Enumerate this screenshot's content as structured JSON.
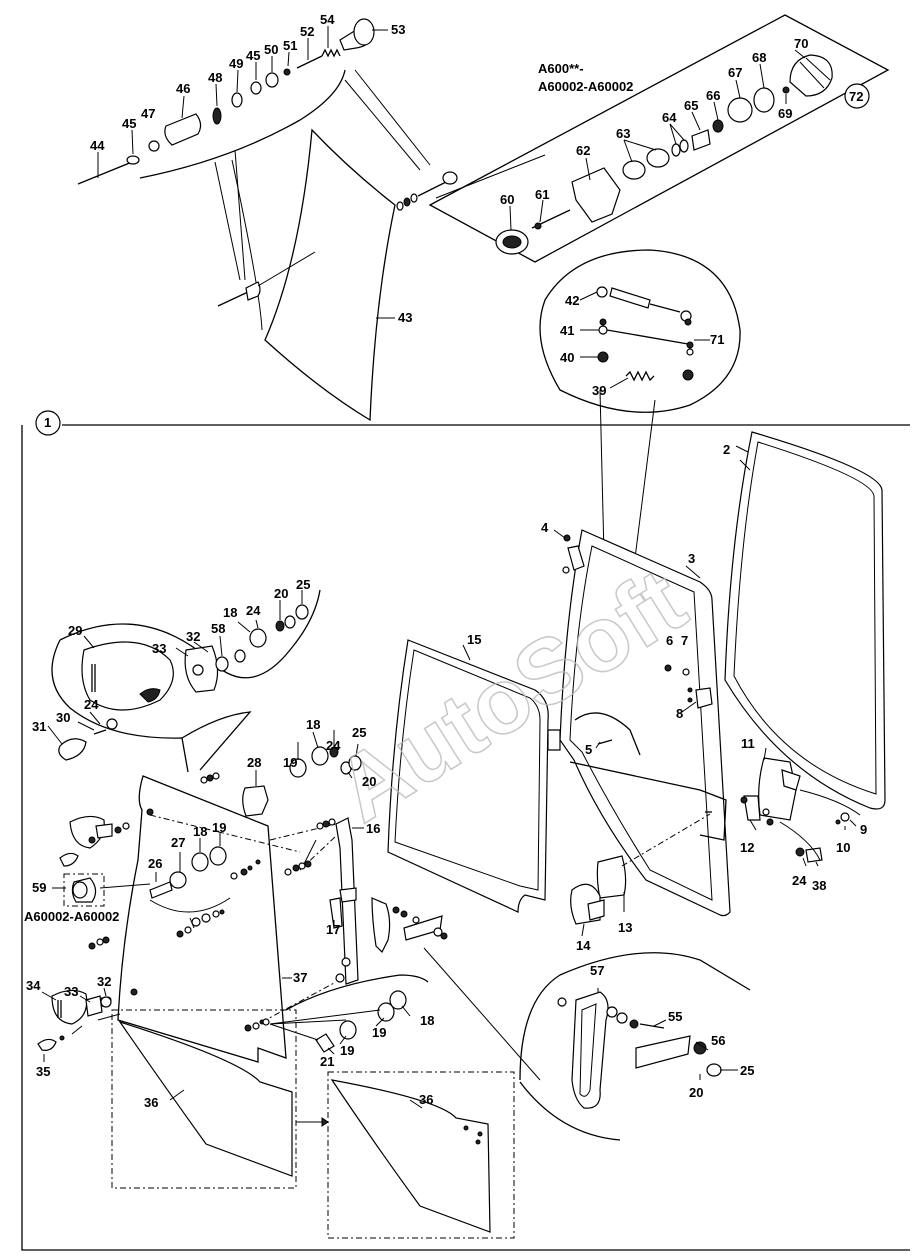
{
  "diagram": {
    "watermark": "AutoSoft",
    "serial_range_main": "A600**-\nA60002-A60002",
    "serial_range_main_line1": "A600**-",
    "serial_range_main_line2": "A60002-A60002",
    "serial_range_59": "A60002-A60002",
    "callouts": [
      {
        "id": "c1",
        "text": "1"
      },
      {
        "id": "c2",
        "text": "2"
      },
      {
        "id": "c3",
        "text": "3"
      },
      {
        "id": "c4",
        "text": "4"
      },
      {
        "id": "c5",
        "text": "5"
      },
      {
        "id": "c6",
        "text": "6"
      },
      {
        "id": "c7",
        "text": "7"
      },
      {
        "id": "c8",
        "text": "8"
      },
      {
        "id": "c9",
        "text": "9"
      },
      {
        "id": "c10",
        "text": "10"
      },
      {
        "id": "c11",
        "text": "11"
      },
      {
        "id": "c12",
        "text": "12"
      },
      {
        "id": "c13",
        "text": "13"
      },
      {
        "id": "c14",
        "text": "14"
      },
      {
        "id": "c15",
        "text": "15"
      },
      {
        "id": "c16",
        "text": "16"
      },
      {
        "id": "c17",
        "text": "17"
      },
      {
        "id": "c18a",
        "text": "18"
      },
      {
        "id": "c18b",
        "text": "18"
      },
      {
        "id": "c18c",
        "text": "18"
      },
      {
        "id": "c18d",
        "text": "18"
      },
      {
        "id": "c19a",
        "text": "19"
      },
      {
        "id": "c19b",
        "text": "19"
      },
      {
        "id": "c19c",
        "text": "19"
      },
      {
        "id": "c19d",
        "text": "19"
      },
      {
        "id": "c20a",
        "text": "20"
      },
      {
        "id": "c20b",
        "text": "20"
      },
      {
        "id": "c20c",
        "text": "20"
      },
      {
        "id": "c21",
        "text": "21"
      },
      {
        "id": "c24a",
        "text": "24"
      },
      {
        "id": "c24b",
        "text": "24"
      },
      {
        "id": "c24c",
        "text": "24"
      },
      {
        "id": "c24d",
        "text": "24"
      },
      {
        "id": "c25a",
        "text": "25"
      },
      {
        "id": "c25b",
        "text": "25"
      },
      {
        "id": "c25c",
        "text": "25"
      },
      {
        "id": "c26",
        "text": "26"
      },
      {
        "id": "c27",
        "text": "27"
      },
      {
        "id": "c28",
        "text": "28"
      },
      {
        "id": "c29",
        "text": "29"
      },
      {
        "id": "c30",
        "text": "30"
      },
      {
        "id": "c31",
        "text": "31"
      },
      {
        "id": "c32a",
        "text": "32"
      },
      {
        "id": "c32b",
        "text": "32"
      },
      {
        "id": "c33a",
        "text": "33"
      },
      {
        "id": "c33b",
        "text": "33"
      },
      {
        "id": "c34",
        "text": "34"
      },
      {
        "id": "c35",
        "text": "35"
      },
      {
        "id": "c36a",
        "text": "36"
      },
      {
        "id": "c36b",
        "text": "36"
      },
      {
        "id": "c37",
        "text": "37"
      },
      {
        "id": "c38",
        "text": "38"
      },
      {
        "id": "c39",
        "text": "39"
      },
      {
        "id": "c40",
        "text": "40"
      },
      {
        "id": "c41",
        "text": "41"
      },
      {
        "id": "c42",
        "text": "42"
      },
      {
        "id": "c43",
        "text": "43"
      },
      {
        "id": "c44",
        "text": "44"
      },
      {
        "id": "c45a",
        "text": "45"
      },
      {
        "id": "c45b",
        "text": "45"
      },
      {
        "id": "c46",
        "text": "46"
      },
      {
        "id": "c47",
        "text": "47"
      },
      {
        "id": "c48",
        "text": "48"
      },
      {
        "id": "c49",
        "text": "49"
      },
      {
        "id": "c50",
        "text": "50"
      },
      {
        "id": "c51",
        "text": "51"
      },
      {
        "id": "c52",
        "text": "52"
      },
      {
        "id": "c53",
        "text": "53"
      },
      {
        "id": "c54",
        "text": "54"
      },
      {
        "id": "c55",
        "text": "55"
      },
      {
        "id": "c56",
        "text": "56"
      },
      {
        "id": "c57",
        "text": "57"
      },
      {
        "id": "c58",
        "text": "58"
      },
      {
        "id": "c59",
        "text": "59"
      },
      {
        "id": "c60",
        "text": "60"
      },
      {
        "id": "c61",
        "text": "61"
      },
      {
        "id": "c62",
        "text": "62"
      },
      {
        "id": "c63",
        "text": "63"
      },
      {
        "id": "c64",
        "text": "64"
      },
      {
        "id": "c65",
        "text": "65"
      },
      {
        "id": "c66",
        "text": "66"
      },
      {
        "id": "c67",
        "text": "67"
      },
      {
        "id": "c68",
        "text": "68"
      },
      {
        "id": "c69",
        "text": "69"
      },
      {
        "id": "c70",
        "text": "70"
      },
      {
        "id": "c71",
        "text": "71"
      },
      {
        "id": "c72",
        "text": "72"
      }
    ]
  }
}
